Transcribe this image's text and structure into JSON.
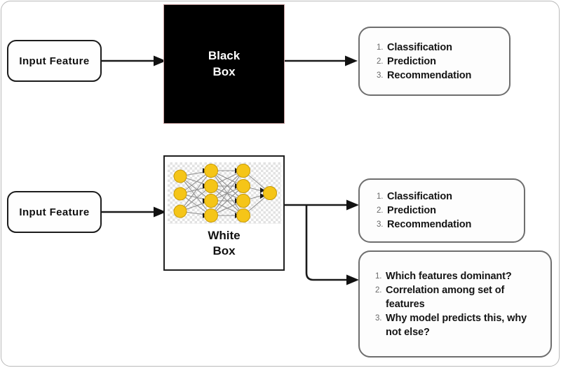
{
  "diagram": {
    "title": "Black Box vs White Box model explainability diagram",
    "background_color": "#ffffff",
    "frame_color": "#b9b9b9"
  },
  "top_flow": {
    "input": {
      "label": "Input Feature"
    },
    "model": {
      "label_line1": "Black",
      "label_line2": "Box",
      "fill_color": "#000000",
      "border_color": "#c9a0a0",
      "text_color": "#ffffff"
    },
    "output": {
      "items": [
        {
          "num": "1.",
          "text": "Classification"
        },
        {
          "num": "2.",
          "text": "Prediction"
        },
        {
          "num": "3.",
          "text": "Recommendation"
        }
      ]
    }
  },
  "bottom_flow": {
    "input": {
      "label": "Input Feature"
    },
    "model": {
      "label_line1": "White",
      "label_line2": "Box",
      "fill_color": "#ffffff",
      "border_color": "#1f1f1f",
      "network": {
        "node_color": "#f5c518",
        "edge_color": "#8d8d8d",
        "layer_sizes": [
          3,
          4,
          4,
          1
        ]
      }
    },
    "output_primary": {
      "items": [
        {
          "num": "1.",
          "text": "Classification"
        },
        {
          "num": "2.",
          "text": "Prediction"
        },
        {
          "num": "3.",
          "text": "Recommendation"
        }
      ]
    },
    "output_secondary": {
      "items": [
        {
          "num": "1.",
          "text": "Which features dominant?"
        },
        {
          "num": "2.",
          "text": "Correlation among set of features"
        },
        {
          "num": "3.",
          "text": "Why model predicts this, why not else?"
        }
      ]
    }
  }
}
